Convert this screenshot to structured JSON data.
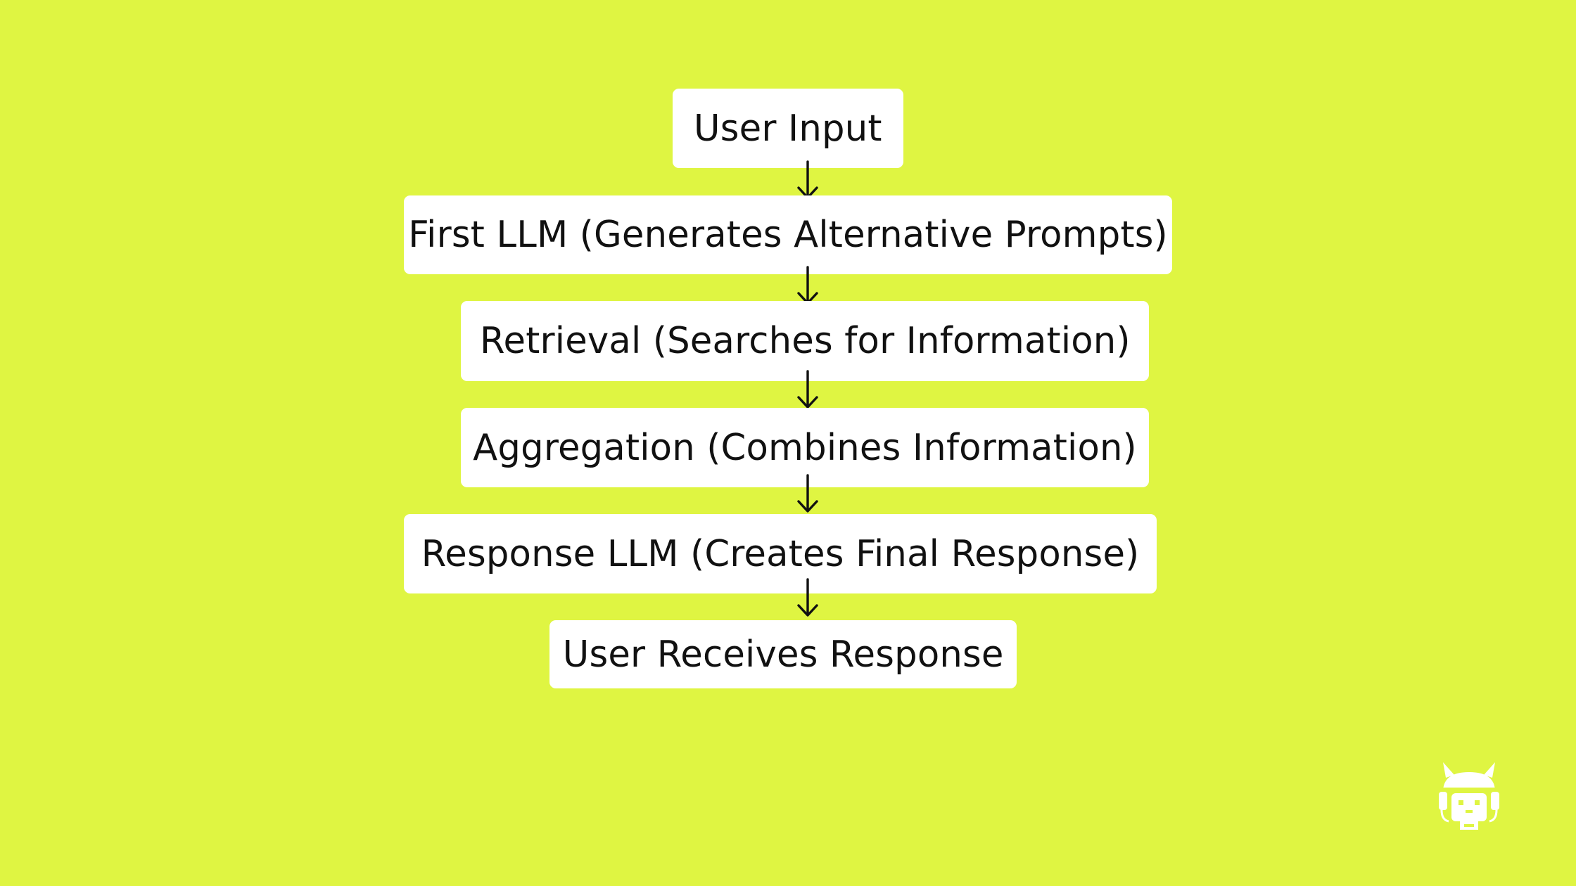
{
  "colors": {
    "background": "#dff542",
    "box": "#ffffff",
    "text": "#111111",
    "arrow": "#111111"
  },
  "diagram": {
    "type": "vertical-flowchart",
    "steps": [
      {
        "id": "user-input",
        "label": "User Input"
      },
      {
        "id": "first-llm",
        "label": "First LLM (Generates Alternative Prompts)"
      },
      {
        "id": "retrieval",
        "label": "Retrieval (Searches for Information)"
      },
      {
        "id": "aggregation",
        "label": "Aggregation (Combines Information)"
      },
      {
        "id": "response-llm",
        "label": "Response LLM (Creates Final Response)"
      },
      {
        "id": "user-receives",
        "label": "User Receives Response"
      }
    ],
    "connectors": [
      {
        "from": "user-input",
        "to": "first-llm",
        "glyph": "down-arrow"
      },
      {
        "from": "first-llm",
        "to": "retrieval",
        "glyph": "down-arrow"
      },
      {
        "from": "retrieval",
        "to": "aggregation",
        "glyph": "down-arrow"
      },
      {
        "from": "aggregation",
        "to": "response-llm",
        "glyph": "down-arrow"
      },
      {
        "from": "response-llm",
        "to": "user-receives",
        "glyph": "down-arrow"
      }
    ]
  },
  "branding": {
    "logo_icon": "cat-mascot-icon"
  }
}
